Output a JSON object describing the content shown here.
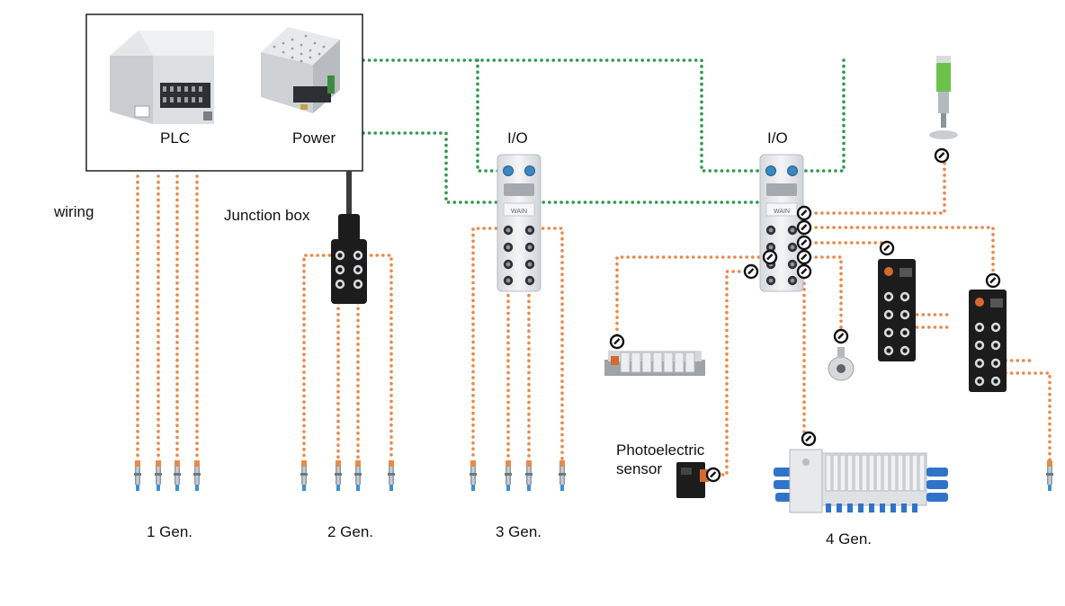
{
  "labels": {
    "plc": "PLC",
    "power": "Power",
    "wiring": "wiring",
    "junction_box": "Junction box",
    "io_1": "I/O",
    "io_2": "I/O",
    "photoelectric_sensor": "Photoelectric\nsensor",
    "gen_1": "1 Gen.",
    "gen_2": "2 Gen.",
    "gen_3": "3 Gen.",
    "gen_4": "4 Gen."
  },
  "colors": {
    "field_wire": "#e8894a",
    "bus_wire": "#2e9a4e",
    "module_body": "#1c1c1c",
    "io_body": "#e9ebee",
    "valve_blue": "#2f74c9",
    "signal_green": "#6cc24a"
  },
  "icons": {
    "connector": "connector-plug-icon",
    "sensor": "proximity-sensor-icon"
  }
}
